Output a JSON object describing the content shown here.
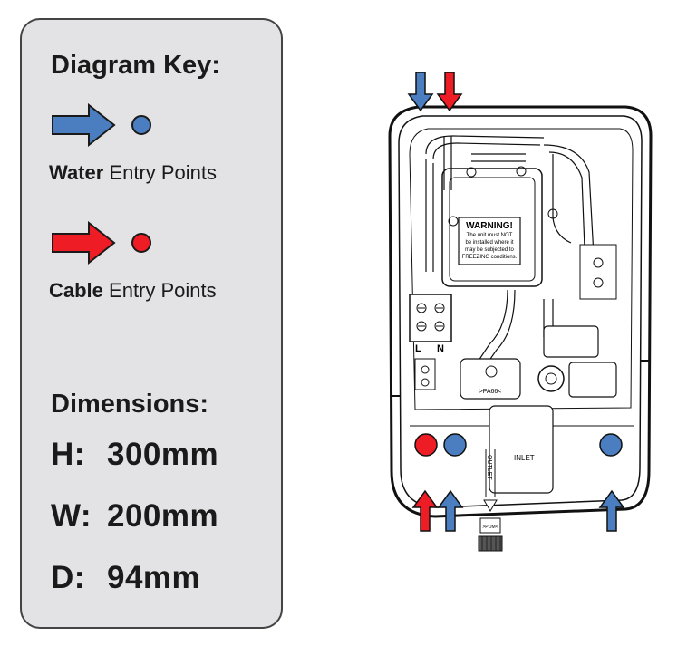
{
  "key": {
    "title": "Diagram Key:",
    "water": {
      "bold": "Water",
      "rest": " Entry Points",
      "color": "#4a7ec0"
    },
    "cable": {
      "bold": "Cable",
      "rest": " Entry Points",
      "color": "#ee1c24"
    }
  },
  "dimensions": {
    "title": "Dimensions:",
    "items": [
      {
        "key": "H:",
        "value": "300mm"
      },
      {
        "key": "W:",
        "value": "200mm"
      },
      {
        "key": "D:",
        "value": "94mm"
      }
    ]
  },
  "diagram": {
    "warning_title": "WARNING!",
    "warning_lines": [
      "The unit must NOT",
      "be installed where it",
      "may be subjected to",
      "FREEZING conditions."
    ],
    "terminal_l": "L",
    "terminal_n": "N",
    "material_mark": ">PA66<",
    "inlet_label": "INLET",
    "outlet_label": "OUTLET",
    "pom_mark": ">POM<"
  }
}
